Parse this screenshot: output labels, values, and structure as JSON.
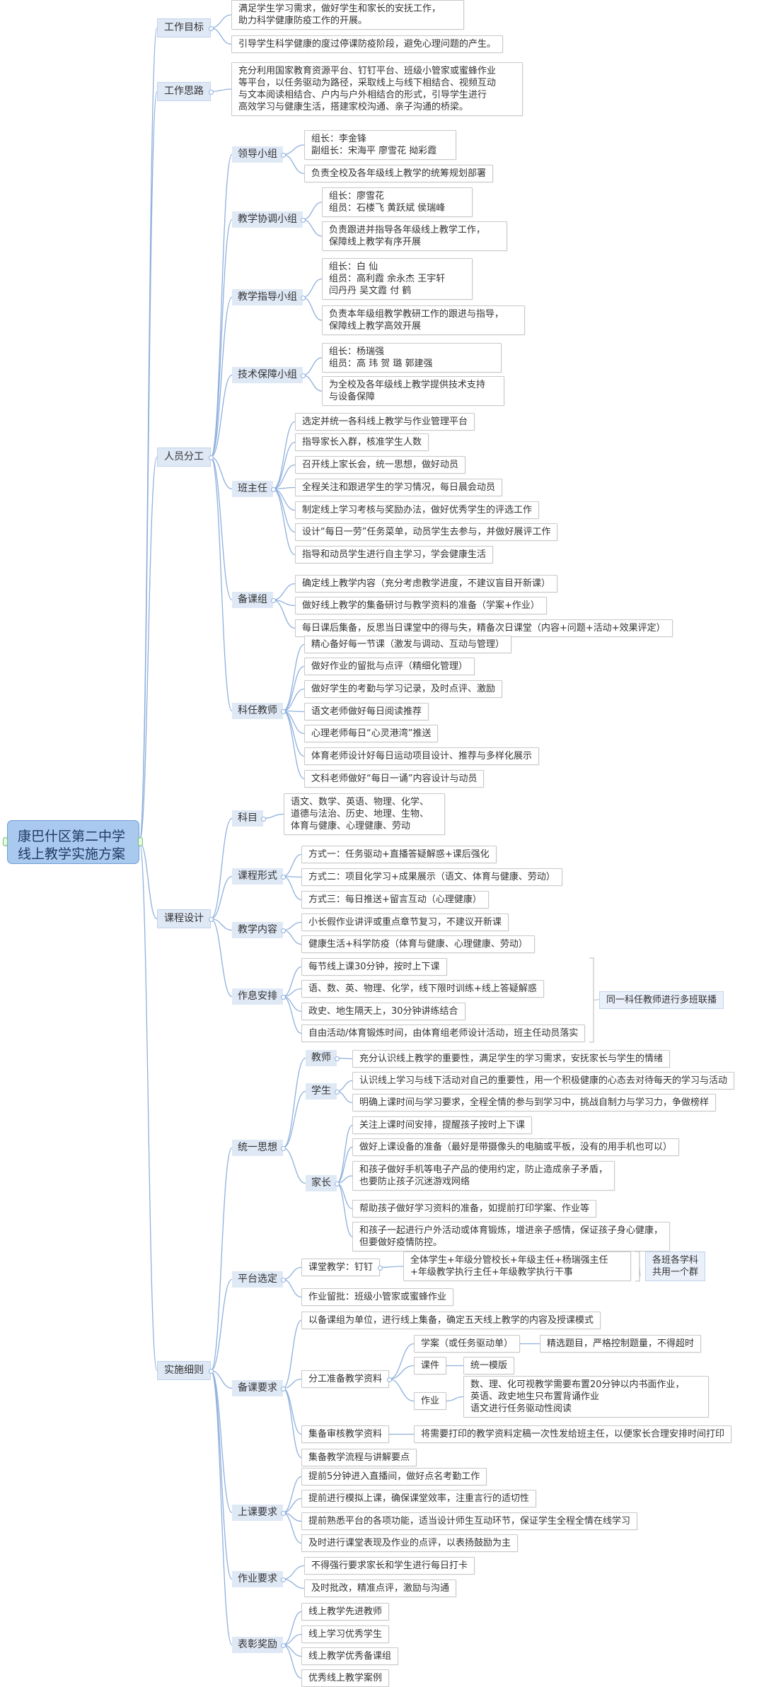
{
  "title": "康巴什区第二中学\n线上教学实施方案",
  "sections": {
    "goals": {
      "label": "工作目标",
      "items": [
        "满足学生学习需求，做好学生和家长的安抚工作，\n助力科学健康防疫工作的开展。",
        "引导学生科学健康的度过停课防疫阶段，避免心理问题的产生。"
      ]
    },
    "approach": {
      "label": "工作思路",
      "text": "充分利用国家教育资源平台、钉钉平台、班级小管家或蜜蜂作业\n等平台，以任务驱动为路径，采取线上与线下相结合、视频互动\n与文本阅读相结合、户内与户外相结合的形式，引导学生进行\n高效学习与健康生活，搭建家校沟通、亲子沟通的桥梁。"
    },
    "staff": {
      "label": "人员分工",
      "leader": {
        "label": "领导小组",
        "members": "组长：李金锋\n副组长：宋海平  廖雪花  拗彩霞",
        "duty": "负责全校及各年级线上教学的统筹规划部署"
      },
      "coord": {
        "label": "教学协调小组",
        "members": "组长：廖雪花\n组员：石楼飞  黄跃斌  侯瑞峰",
        "duty": "负责跟进并指导各年级线上教学工作，\n保障线上教学有序开展"
      },
      "guide": {
        "label": "教学指导小组",
        "members": "组长：白  仙\n组员：高利霞  余永杰  王宇轩\n         闫丹丹  吴文霞  付  鹤",
        "duty": "负责本年级组教学教研工作的跟进与指导，\n保障线上教学高效开展"
      },
      "tech": {
        "label": "技术保障小组",
        "members": "组长：杨瑞强\n组员：高  玮    贺  璐    郭建强",
        "duty": "为全校及各年级线上教学提供技术支持\n与设备保障"
      },
      "class_teacher": {
        "label": "班主任",
        "items": [
          "选定并统一各科线上教学与作业管理平台",
          "指导家长入群，核准学生人数",
          "召开线上家长会，统一思想，做好动员",
          "全程关注和跟进学生的学习情况，每日晨会动员",
          "制定线上学习考核与奖励办法，做好优秀学生的评选工作",
          "设计“每日一劳”任务菜单，动员学生去参与，并做好展评工作",
          "指导和动员学生进行自主学习，学会健康生活"
        ]
      },
      "prep_group": {
        "label": "备课组",
        "items": [
          "确定线上教学内容（充分考虑教学进度，不建议盲目开新课）",
          "做好线上教学的集备研讨与教学资料的准备（学案+作业）",
          "每日课后集备，反思当日课堂中的得与失，精备次日课堂（内容+问题+活动+效果评定）"
        ]
      },
      "subject_teacher": {
        "label": "科任教师",
        "items": [
          "精心备好每一节课（激发与调动、互动与管理）",
          "做好作业的留批与点评（精细化管理）",
          "做好学生的考勤与学习记录，及时点评、激励",
          "语文老师做好每日阅读推荐",
          "心理老师每日“心灵港湾”推送",
          "体育老师设计好每日运动项目设计、推荐与多样化展示",
          "文科老师做好“每日一诵”内容设计与动员"
        ]
      }
    },
    "course": {
      "label": "课程设计",
      "subjects": {
        "label": "科目",
        "text": "语文、数学、英语、物理、化学、\n道德与法治、历史、地理、生物、\n体育与健康、心理健康、劳动"
      },
      "forms": {
        "label": "课程形式",
        "items": [
          "方式一：任务驱动+直播答疑解惑+课后强化",
          "方式二：项目化学习+成果展示（语文、体育与健康、劳动）",
          "方式三：每日推送+留言互动（心理健康）"
        ]
      },
      "content": {
        "label": "教学内容",
        "items": [
          "小长假作业讲评或重点章节复习，不建议开新课",
          "健康生活+科学防疫（体育与健康、心理健康、劳动）"
        ]
      },
      "schedule": {
        "label": "作息安排",
        "items": [
          "每节线上课30分钟，按时上下课",
          "语、数、英、物理、化学，线下限时训练+线上答疑解惑",
          "政史、地生隔天上，30分钟讲练结合",
          "自由活动/体育锻炼时间，由体育组老师设计活动，班主任动员落实"
        ],
        "note": "同一科任教师进行多班联播"
      }
    },
    "impl": {
      "label": "实施细则",
      "unify": {
        "label": "统一思想",
        "teacher": {
          "label": "教师",
          "items": [
            "充分认识线上教学的重要性，满足学生的学习需求，安抚家长与学生的情绪"
          ]
        },
        "student": {
          "label": "学生",
          "items": [
            "认识线上学习与线下活动对自己的重要性，用一个积极健康的心态去对待每天的学习与活动",
            "明确上课时间与学习要求，全程全情的参与到学习中，挑战自制力与学习力，争做榜样"
          ]
        },
        "parent": {
          "label": "家长",
          "items": [
            "关注上课时间安排，提醒孩子按时上下课",
            "做好上课设备的准备（最好是带摄像头的电脑或平板，没有的用手机也可以）",
            "和孩子做好手机等电子产品的使用约定，防止造成亲子矛盾，\n也要防止孩子沉迷游戏网络",
            "帮助孩子做好学习资料的准备，如提前打印学案、作业等",
            "和孩子一起进行户外活动或体育锻炼，增进亲子感情，保证孩子身心健康，\n但要做好疫情防控。"
          ]
        }
      },
      "platform": {
        "label": "平台选定",
        "class_label": "课堂教学：钉钉",
        "class_detail": "全体学生+年级分管校长+年级主任+杨瑞强主任\n+年级教学执行主任+年级教学执行干事",
        "homework_label": "作业留批：班级小管家或蜜蜂作业",
        "note": "各班各学科\n共用一个群"
      },
      "prep_req": {
        "label": "备课要求",
        "first": "以备课组为单位，进行线上集备，确定五天线上教学的内容及授课模式",
        "split": {
          "label": "分工准备教学资料",
          "xuean": "学案（或任务驱动单）",
          "xuean_detail": "精选题目，严格控制题量，不得超时",
          "courseware": "课件",
          "courseware_detail": "统一模版",
          "homework": "作业",
          "homework_detail": "数、理、化可视教学需要布置20分钟以内书面作业，\n英语、政史地生只布置背诵作业\n语文进行任务驱动性阅读"
        },
        "review": {
          "label": "集备审核教学资料",
          "detail": "将需要打印的教学资料定稿一次性发给班主任，以便家长合理安排时间打印"
        },
        "flow": "集备教学流程与讲解要点"
      },
      "class_req": {
        "label": "上课要求",
        "items": [
          "提前5分钟进入直播间，做好点名考勤工作",
          "提前进行模拟上课，确保课堂效率，注重言行的适切性",
          "提前熟悉平台的各项功能，适当设计师生互动环节，保证学生全程全情在线学习",
          "及时进行课堂表现及作业的点评，以表扬鼓励为主"
        ]
      },
      "hw_req": {
        "label": "作业要求",
        "items": [
          "不得强行要求家长和学生进行每日打卡",
          "及时批改，精准点评，激励与沟通"
        ]
      },
      "awards": {
        "label": "表彰奖励",
        "items": [
          "线上教学先进教师",
          "线上学习优秀学生",
          "线上教学优秀备课组",
          "优秀线上教学案例"
        ]
      }
    }
  },
  "colors": {
    "line": "#8fb0dd",
    "root_fill": "#a9c9ee",
    "root_border": "#6f9fd6",
    "branch_fill": "#dfe8f5",
    "leaf_border": "#c9c9c9",
    "knob": "#6fbf6a"
  }
}
